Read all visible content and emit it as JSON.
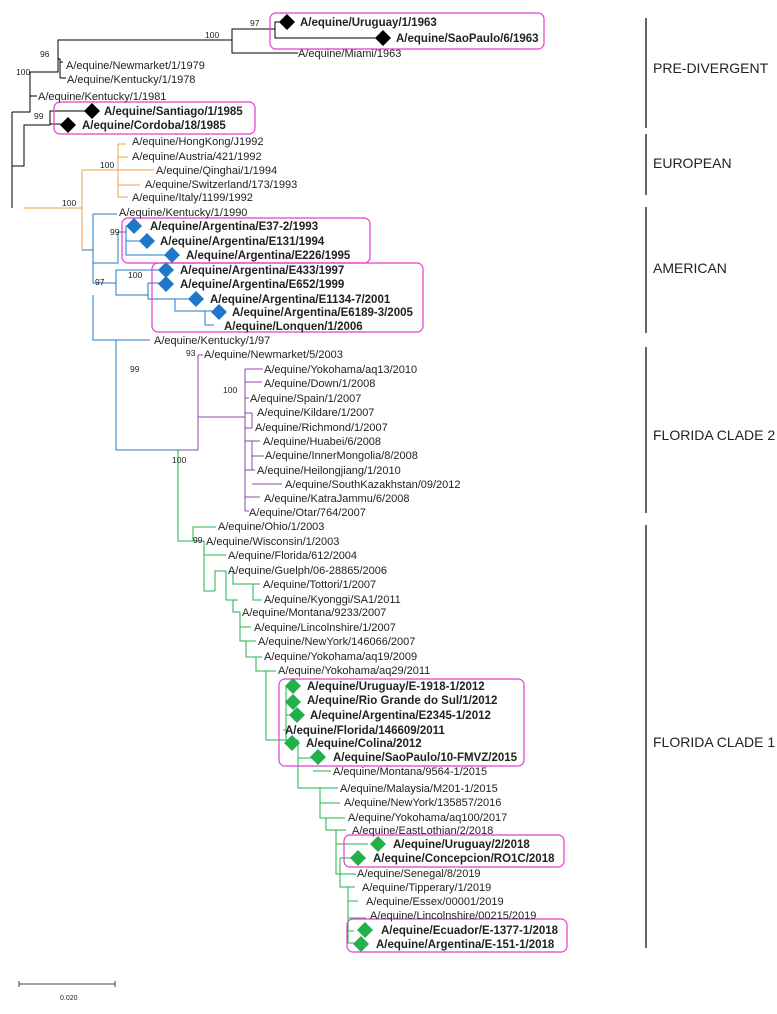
{
  "colors": {
    "pre_divergent": "#000000",
    "european": "#f0a050",
    "american": "#1f78c8",
    "florida_clade_2": "#8e44ad",
    "florida_clade_1": "#22b04a",
    "highlight_box": "#e83ad0"
  },
  "icons": {
    "marker": "diamond-icon"
  },
  "clades": [
    {
      "id": "pre_divergent",
      "label": "PRE-DIVERGENT"
    },
    {
      "id": "european",
      "label": "EUROPEAN"
    },
    {
      "id": "american",
      "label": "AMERICAN"
    },
    {
      "id": "florida_clade_2",
      "label": "FLORIDA CLADE 2"
    },
    {
      "id": "florida_clade_1",
      "label": "FLORIDA CLADE 1"
    }
  ],
  "taxa": [
    {
      "label": "A/equine/Uruguay/1/1963",
      "highlight": true,
      "clade": "pre_divergent"
    },
    {
      "label": "A/equine/SaoPaulo/6/1963",
      "highlight": true,
      "clade": "pre_divergent"
    },
    {
      "label": "A/equine/Miami/1963",
      "highlight": false,
      "clade": "pre_divergent"
    },
    {
      "label": "A/equine/Newmarket/1/1979",
      "highlight": false,
      "clade": "pre_divergent"
    },
    {
      "label": "A/equine/Kentucky/1/1978",
      "highlight": false,
      "clade": "pre_divergent"
    },
    {
      "label": "A/equine/Kentucky/1/1981",
      "highlight": false,
      "clade": "pre_divergent"
    },
    {
      "label": "A/equine/Santiago/1/1985",
      "highlight": true,
      "clade": "pre_divergent"
    },
    {
      "label": "A/equine/Cordoba/18/1985",
      "highlight": true,
      "clade": "pre_divergent"
    },
    {
      "label": "A/equine/HongKong/J1992",
      "highlight": false,
      "clade": "european"
    },
    {
      "label": "A/equine/Austria/421/1992",
      "highlight": false,
      "clade": "european"
    },
    {
      "label": "A/equine/Qinghai/1/1994",
      "highlight": false,
      "clade": "european"
    },
    {
      "label": "A/equine/Switzerland/173/1993",
      "highlight": false,
      "clade": "european"
    },
    {
      "label": "A/equine/Italy/1199/1992",
      "highlight": false,
      "clade": "european"
    },
    {
      "label": "A/equine/Kentucky/1/1990",
      "highlight": false,
      "clade": "american"
    },
    {
      "label": "A/equine/Argentina/E37-2/1993",
      "highlight": true,
      "clade": "american"
    },
    {
      "label": "A/equine/Argentina/E131/1994",
      "highlight": true,
      "clade": "american"
    },
    {
      "label": "A/equine/Argentina/E226/1995",
      "highlight": true,
      "clade": "american"
    },
    {
      "label": "A/equine/Argentina/E433/1997",
      "highlight": true,
      "clade": "american"
    },
    {
      "label": "A/equine/Argentina/E652/1999",
      "highlight": true,
      "clade": "american"
    },
    {
      "label": "A/equine/Argentina/E1134-7/2001",
      "highlight": true,
      "clade": "american"
    },
    {
      "label": "A/equine/Argentina/E6189-3/2005",
      "highlight": true,
      "clade": "american"
    },
    {
      "label": "A/equine/Lonquen/1/2006",
      "highlight": true,
      "clade": "american"
    },
    {
      "label": "A/equine/Kentucky/1/97",
      "highlight": false,
      "clade": "american"
    },
    {
      "label": "A/equine/Newmarket/5/2003",
      "highlight": false,
      "clade": "florida_clade_2"
    },
    {
      "label": "A/equine/Yokohama/aq13/2010",
      "highlight": false,
      "clade": "florida_clade_2"
    },
    {
      "label": "A/equine/Down/1/2008",
      "highlight": false,
      "clade": "florida_clade_2"
    },
    {
      "label": "A/equine/Spain/1/2007",
      "highlight": false,
      "clade": "florida_clade_2"
    },
    {
      "label": "A/equine/Kildare/1/2007",
      "highlight": false,
      "clade": "florida_clade_2"
    },
    {
      "label": "A/equine/Richmond/1/2007",
      "highlight": false,
      "clade": "florida_clade_2"
    },
    {
      "label": "A/equine/Huabei/6/2008",
      "highlight": false,
      "clade": "florida_clade_2"
    },
    {
      "label": "A/equine/InnerMongolia/8/2008",
      "highlight": false,
      "clade": "florida_clade_2"
    },
    {
      "label": "A/equine/Heilongjiang/1/2010",
      "highlight": false,
      "clade": "florida_clade_2"
    },
    {
      "label": "A/equine/SouthKazakhstan/09/2012",
      "highlight": false,
      "clade": "florida_clade_2"
    },
    {
      "label": "A/equine/KatraJammu/6/2008",
      "highlight": false,
      "clade": "florida_clade_2"
    },
    {
      "label": "A/equine/Otar/764/2007",
      "highlight": false,
      "clade": "florida_clade_2"
    },
    {
      "label": "A/equine/Ohio/1/2003",
      "highlight": false,
      "clade": "florida_clade_1"
    },
    {
      "label": "A/equine/Wisconsin/1/2003",
      "highlight": false,
      "clade": "florida_clade_1"
    },
    {
      "label": "A/equine/Florida/612/2004",
      "highlight": false,
      "clade": "florida_clade_1"
    },
    {
      "label": "A/equine/Guelph/06-28865/2006",
      "highlight": false,
      "clade": "florida_clade_1"
    },
    {
      "label": "A/equine/Tottori/1/2007",
      "highlight": false,
      "clade": "florida_clade_1"
    },
    {
      "label": "A/equine/Kyonggi/SA1/2011",
      "highlight": false,
      "clade": "florida_clade_1"
    },
    {
      "label": "A/equine/Montana/9233/2007",
      "highlight": false,
      "clade": "florida_clade_1"
    },
    {
      "label": "A/equine/Lincolnshire/1/2007",
      "highlight": false,
      "clade": "florida_clade_1"
    },
    {
      "label": "A/equine/NewYork/146066/2007",
      "highlight": false,
      "clade": "florida_clade_1"
    },
    {
      "label": "A/equine/Yokohama/aq19/2009",
      "highlight": false,
      "clade": "florida_clade_1"
    },
    {
      "label": "A/equine/Yokohama/aq29/2011",
      "highlight": false,
      "clade": "florida_clade_1"
    },
    {
      "label": "A/equine/Uruguay/E-1918-1/2012",
      "highlight": true,
      "clade": "florida_clade_1"
    },
    {
      "label": "A/equine/Rio Grande do Sul/1/2012",
      "highlight": true,
      "clade": "florida_clade_1"
    },
    {
      "label": "A/equine/Argentina/E2345-1/2012",
      "highlight": true,
      "clade": "florida_clade_1"
    },
    {
      "label": "A/equine/Florida/146609/2011",
      "highlight": true,
      "clade": "florida_clade_1"
    },
    {
      "label": "A/equine/Colina/2012",
      "highlight": true,
      "clade": "florida_clade_1"
    },
    {
      "label": "A/equine/SaoPaulo/10-FMVZ/2015",
      "highlight": true,
      "clade": "florida_clade_1"
    },
    {
      "label": "A/equine/Montana/9564-1/2015",
      "highlight": false,
      "clade": "florida_clade_1"
    },
    {
      "label": "A/equine/Malaysia/M201-1/2015",
      "highlight": false,
      "clade": "florida_clade_1"
    },
    {
      "label": "A/equine/NewYork/135857/2016",
      "highlight": false,
      "clade": "florida_clade_1"
    },
    {
      "label": "A/equine/Yokohama/aq100/2017",
      "highlight": false,
      "clade": "florida_clade_1"
    },
    {
      "label": "A/equine/EastLothian/2/2018",
      "highlight": false,
      "clade": "florida_clade_1"
    },
    {
      "label": "A/equine/Uruguay/2/2018",
      "highlight": true,
      "clade": "florida_clade_1"
    },
    {
      "label": "A/equine/Concepcion/RO1C/2018",
      "highlight": true,
      "clade": "florida_clade_1"
    },
    {
      "label": "A/equine/Senegal/8/2019",
      "highlight": false,
      "clade": "florida_clade_1"
    },
    {
      "label": "A/equine/Tipperary/1/2019",
      "highlight": false,
      "clade": "florida_clade_1"
    },
    {
      "label": "A/equine/Essex/00001/2019",
      "highlight": false,
      "clade": "florida_clade_1"
    },
    {
      "label": "A/equine/Lincolnshire/00215/2019",
      "highlight": false,
      "clade": "florida_clade_1"
    },
    {
      "label": "A/equine/Ecuador/E-1377-1/2018",
      "highlight": true,
      "clade": "florida_clade_1"
    },
    {
      "label": "A/equine/Argentina/E-151-1/2018",
      "highlight": true,
      "clade": "florida_clade_1"
    }
  ],
  "bootstrap": [
    "97",
    "100",
    "96",
    "100",
    "99",
    "100",
    "100",
    "99",
    "100",
    "97",
    "93",
    "100",
    "99",
    "100",
    "99"
  ],
  "scale_bar": {
    "label": "0.020"
  }
}
